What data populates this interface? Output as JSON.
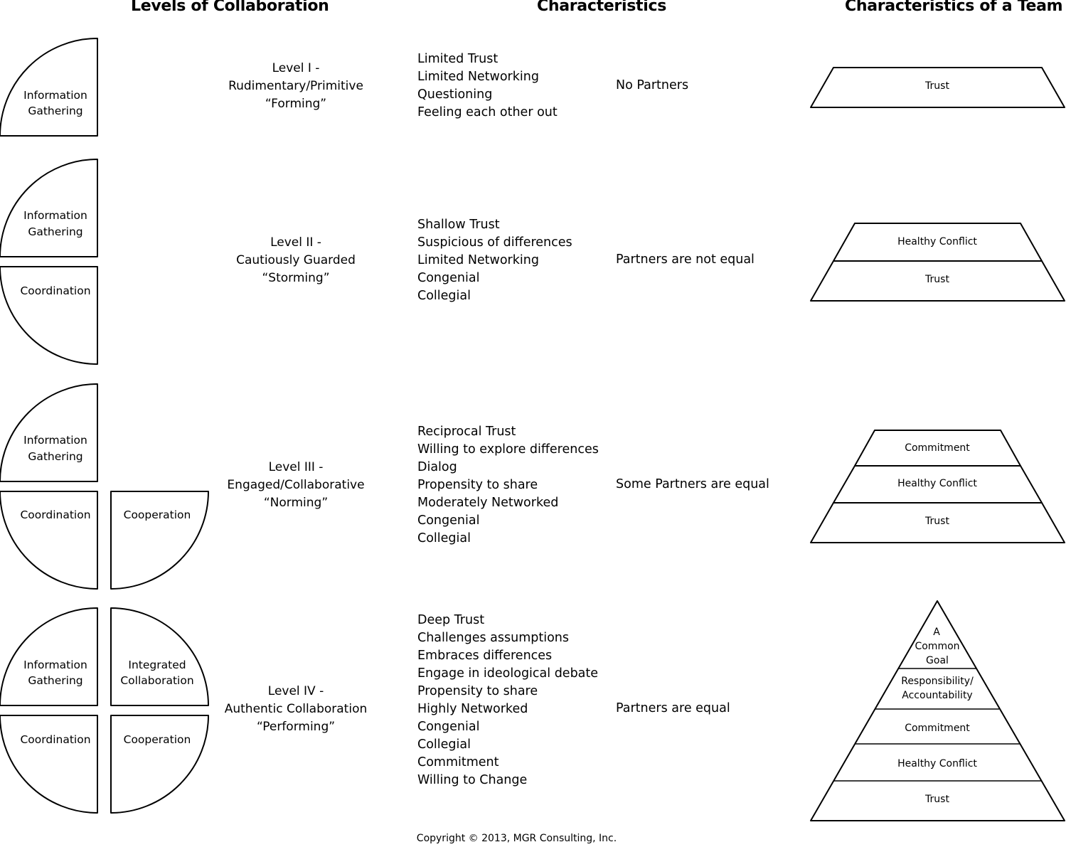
{
  "headers": {
    "levels": "Levels of Collaboration",
    "characteristics": "Characteristics",
    "team": "Characteristics of a Team"
  },
  "labels": {
    "info_line1": "Information",
    "info_line2": "Gathering",
    "coordination": "Coordination",
    "cooperation": "Cooperation",
    "integrated_line1": "Integrated",
    "integrated_line2": "Collaboration"
  },
  "rows": [
    {
      "level": [
        "Level I -",
        "Rudimentary/Primitive",
        "“Forming”"
      ],
      "characteristics": [
        "Limited Trust",
        "Limited Networking",
        "Questioning",
        "Feeling each other out"
      ],
      "partners": "No Partners",
      "pyramid": [
        "Trust"
      ]
    },
    {
      "level": [
        "Level II -",
        "Cautiously Guarded",
        "“Storming”"
      ],
      "characteristics": [
        "Shallow Trust",
        "Suspicious of differences",
        "Limited Networking",
        "Congenial",
        "Collegial"
      ],
      "partners": "Partners are not equal",
      "pyramid": [
        "Healthy Conflict",
        "Trust"
      ]
    },
    {
      "level": [
        "Level III -",
        "Engaged/Collaborative",
        "“Norming”"
      ],
      "characteristics": [
        "Reciprocal Trust",
        "Willing to explore differences",
        "Dialog",
        "Propensity to share",
        "Moderately Networked",
        "Congenial",
        "Collegial"
      ],
      "partners": "Some Partners are equal",
      "pyramid": [
        "Commitment",
        "Healthy Conflict",
        "Trust"
      ]
    },
    {
      "level": [
        "Level IV -",
        "Authentic Collaboration",
        "“Performing”"
      ],
      "characteristics": [
        "Deep Trust",
        "Challenges assumptions",
        "Embraces differences",
        "Engage in ideological debate",
        "Propensity to share",
        "Highly Networked",
        "Congenial",
        "Collegial",
        "Commitment",
        "Willing to Change"
      ],
      "partners": "Partners are equal",
      "pyramid": [
        "A Common Goal",
        "Responsibility/ Accountability",
        "Commitment",
        "Healthy Conflict",
        "Trust"
      ]
    }
  ],
  "pyramid_apex": {
    "line1": "A",
    "line2": "Common",
    "line3": "Goal",
    "resp_line1": "Responsibility/",
    "resp_line2": "Accountability"
  },
  "copyright": "Copyright © 2013, MGR Consulting, Inc."
}
